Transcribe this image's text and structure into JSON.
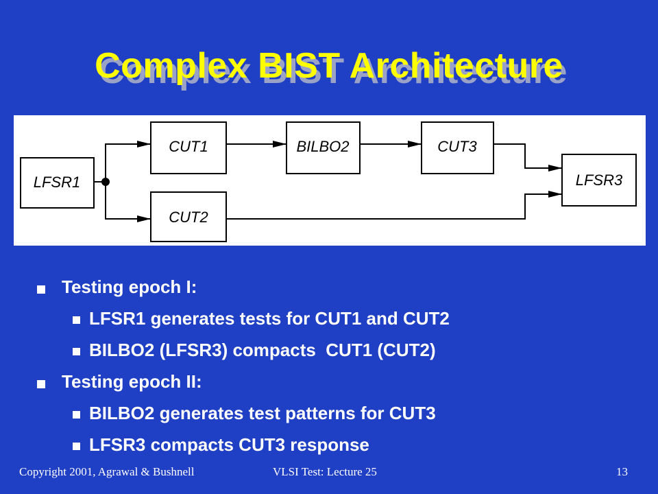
{
  "slide": {
    "title": "Complex BIST Architecture"
  },
  "diagram": {
    "blocks": {
      "lfsr1": "LFSR1",
      "cut1": "CUT1",
      "bilbo2": "BILBO2",
      "cut3": "CUT3",
      "cut2": "CUT2",
      "lfsr3": "LFSR3"
    }
  },
  "bullets": [
    {
      "level": 1,
      "text": "Testing epoch I:"
    },
    {
      "level": 2,
      "text": "LFSR1 generates tests for CUT1 and CUT2"
    },
    {
      "level": 2,
      "text": "BILBO2 (LFSR3) compacts  CUT1 (CUT2)"
    },
    {
      "level": 1,
      "text": "Testing epoch II:"
    },
    {
      "level": 2,
      "text": "BILBO2 generates test patterns for CUT3"
    },
    {
      "level": 2,
      "text": "LFSR3 compacts CUT3 response"
    }
  ],
  "footer": {
    "left": "Copyright 2001, Agrawal & Bushnell",
    "center": "VLSI Test: Lecture 25",
    "page_number": "13"
  },
  "colors": {
    "background": "#1f3fc4",
    "title": "#ffff00",
    "text": "#ffffff"
  }
}
